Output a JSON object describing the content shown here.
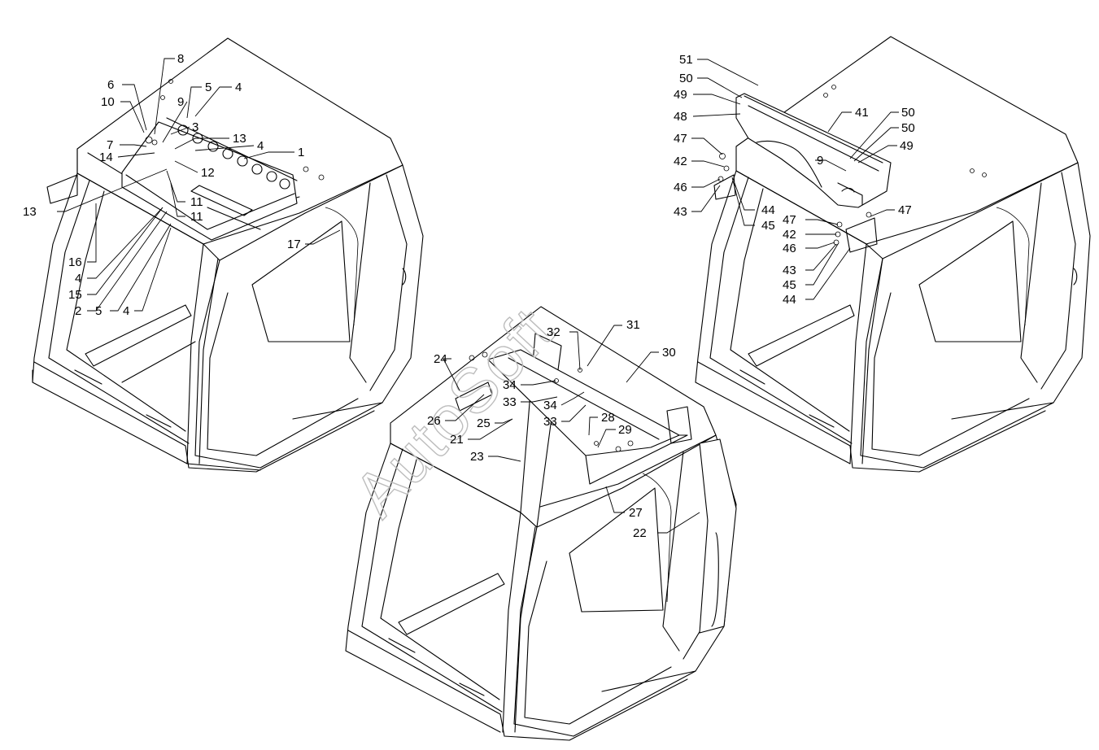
{
  "watermark": "AutoSoft",
  "callouts": {
    "c1": "1",
    "c2": "2",
    "c3": "3",
    "c4a": "4",
    "c4b": "4",
    "c4c": "4",
    "c4d": "4",
    "c5a": "5",
    "c5b": "5",
    "c6": "6",
    "c7": "7",
    "c8": "8",
    "c9a": "9",
    "c10": "10",
    "c11a": "11",
    "c11b": "11",
    "c12": "12",
    "c13a": "13",
    "c13b": "13",
    "c14": "14",
    "c15": "15",
    "c16": "16",
    "c17": "17",
    "c21": "21",
    "c22": "22",
    "c23": "23",
    "c24": "24",
    "c25": "25",
    "c26": "26",
    "c27": "27",
    "c28": "28",
    "c29": "29",
    "c30": "30",
    "c31": "31",
    "c32": "32",
    "c33a": "33",
    "c33b": "33",
    "c34a": "34",
    "c34b": "34",
    "c41": "41",
    "c42a": "42",
    "c42b": "42",
    "c43a": "43",
    "c43b": "43",
    "c44a": "44",
    "c44b": "44",
    "c45a": "45",
    "c45b": "45",
    "c46a": "46",
    "c46b": "46",
    "c47a": "47",
    "c47b": "47",
    "c47c": "47",
    "c48": "48",
    "c49a": "49",
    "c49b": "49",
    "c50a": "50",
    "c50b": "50",
    "c50c": "50",
    "c51": "51",
    "c9b": "9"
  }
}
